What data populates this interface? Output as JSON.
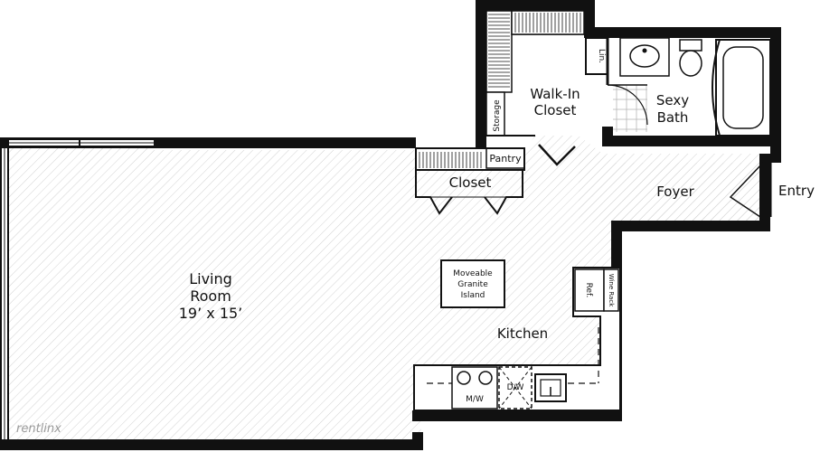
{
  "rooms": {
    "living_room": {
      "line1": "Living",
      "line2": "Room",
      "dims": "19’ x 15’"
    },
    "walk_in_closet": {
      "line1": "Walk-In",
      "line2": "Closet"
    },
    "bath": {
      "line1": "Sexy",
      "line2": "Bath"
    },
    "closet": "Closet",
    "pantry": "Pantry",
    "storage": "Storage",
    "linen": "Lin.",
    "foyer": "Foyer",
    "entry": "Entry",
    "kitchen": "Kitchen"
  },
  "fixtures": {
    "island": {
      "line1": "Moveable",
      "line2": "Granite",
      "line3": "Island"
    },
    "refrigerator": "Ref.",
    "wine_rack": "Wine Rack",
    "microwave": "M/W",
    "dishwasher": "D/W"
  },
  "watermark": "rentlinx",
  "colors": {
    "wall": "#111111",
    "hatch": "#cfcfcf",
    "tile": "#b5b5b5"
  }
}
